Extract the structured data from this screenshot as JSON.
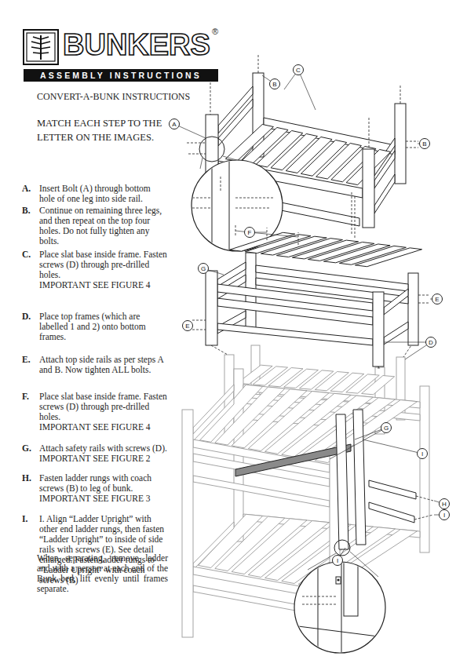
{
  "diagram": {
    "title": "CONVERT-A-BUNK INSTRUCTIONS",
    "nodes": [
      {
        "text": [
          "ASSEMBLY INSTRUCTIONS"
        ]
      },
      {
        "text": [
          "C"
        ]
      },
      {
        "text": [
          "B"
        ]
      },
      {
        "text": [
          "A"
        ]
      },
      {
        "text": [
          "B"
        ]
      },
      {
        "text": [
          "F"
        ]
      },
      {
        "text": [
          "G"
        ]
      },
      {
        "text": [
          "E"
        ]
      },
      {
        "text": [
          "E"
        ]
      },
      {
        "text": [
          "D"
        ]
      },
      {
        "text": [
          "G"
        ]
      },
      {
        "text": [
          "I"
        ]
      },
      {
        "text": [
          "H"
        ]
      },
      {
        "text": [
          "I"
        ]
      },
      {
        "text": [
          "I"
        ]
      }
    ],
    "labels": [
      "BUNKERS",
      "®",
      "MATCH EACH STEP TO THE LETTER ON THE IMAGES.",
      "A.",
      "Insert Bolt (A) through bottom hole of one leg into side rail.",
      "B.",
      "Continue on remaining three legs, and then repeat on the top four holes. Do not fully tighten any bolts.",
      "C.",
      "Place slat base inside frame. Fasten screws (D) through pre-drilled holes.",
      "IMPORTANT SEE FIGURE 4",
      "D.",
      "Place top frames (which are labelled 1 and 2) onto bottom frames.",
      "E.",
      "Attach top side rails as per steps A and B. Now tighten ALL bolts.",
      "F.",
      "Place slat base inside frame. Fasten screws (D) through pre-drilled holes.",
      "IMPORTANT SEE FIGURE 4",
      "G.",
      "Attach safety rails with screws (D).",
      "IMPORTANT SEE FIGURE 2",
      "H.",
      "Fasten ladder rungs with coach screws (B) to leg of bunk.",
      "IMPORTANT SEE FIGURE 3",
      "I.",
      "I. Align “Ladder Upright” with other end ladder rungs, then fasten “Ladder Upright” to inside of side rails with screws (E). See detail enlarged. Fasten ladder rungs to “Ladder Upright” with coach screws (B)",
      "When separating, remove ladder and with a person at each end of the Bunk bed, lift evenly until frames separate."
    ]
  }
}
